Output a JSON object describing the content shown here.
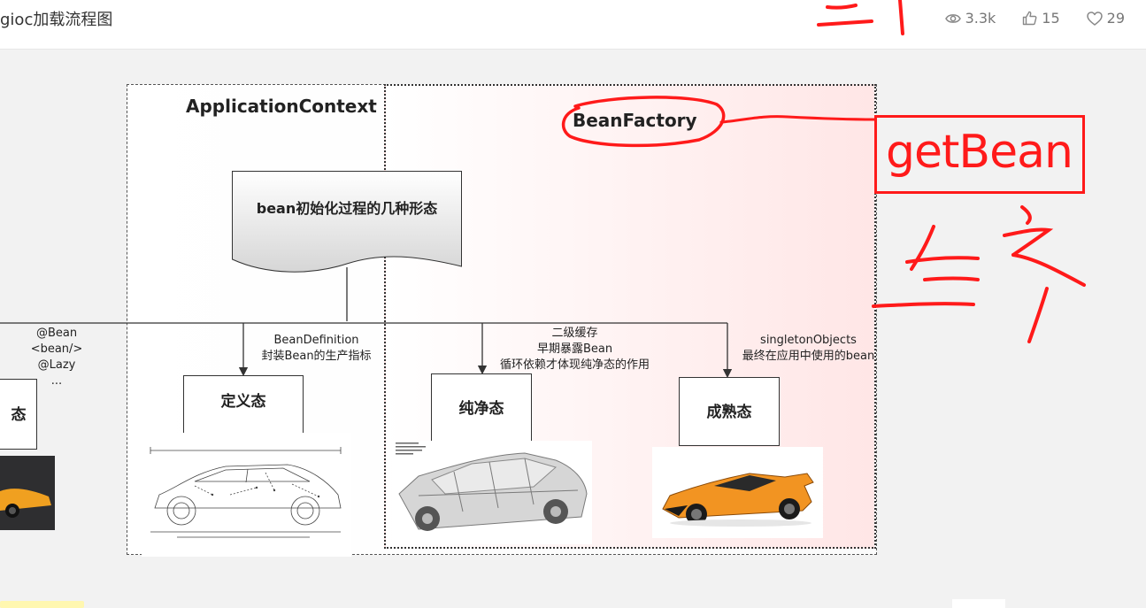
{
  "header": {
    "doc_title": "gioc加载流程图",
    "views": "3.3k",
    "likes": "15",
    "favorites": "29"
  },
  "diagram": {
    "application_context_label": "ApplicationContext",
    "bean_factory_label": "BeanFactory",
    "root_node": "bean初始化过程的几种形态",
    "left_notes": [
      "@Bean",
      "<bean/>",
      "@Lazy",
      "..."
    ],
    "left_state_partial": "态",
    "branches": [
      {
        "state": "定义态",
        "note_lines": [
          "BeanDefinition",
          "封装Bean的生产指标"
        ]
      },
      {
        "state": "纯净态",
        "note_lines": [
          "二级缓存",
          "早期暴露Bean",
          "循环依赖才体现纯净态的作用"
        ]
      },
      {
        "state": "成熟态",
        "note_lines": [
          "singletonObjects",
          "最终在应用中使用的bean"
        ]
      }
    ]
  },
  "annotations": {
    "get_bean_label": "getBean"
  },
  "colors": {
    "annotation_red": "#ff1a1a",
    "bean_factory_tint": "#ffe6e6"
  }
}
